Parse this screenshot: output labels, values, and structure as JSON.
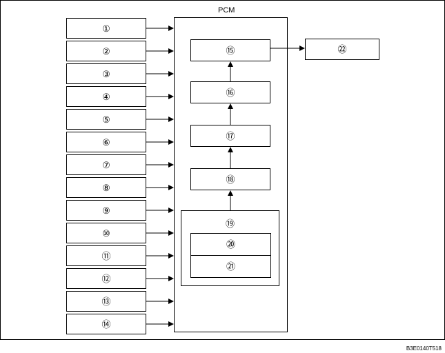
{
  "pcm_label": "PCM",
  "figure_code": "B3E0140T518",
  "inputs": [
    "①",
    "②",
    "③",
    "④",
    "⑤",
    "⑥",
    "⑦",
    "⑧",
    "⑨",
    "⑩",
    "⑪",
    "⑫",
    "⑬",
    "⑭"
  ],
  "chain": [
    "⑮",
    "⑯",
    "⑰",
    "⑱"
  ],
  "group": {
    "label": "⑲",
    "items": [
      "⑳",
      "㉑"
    ]
  },
  "output": "㉒"
}
